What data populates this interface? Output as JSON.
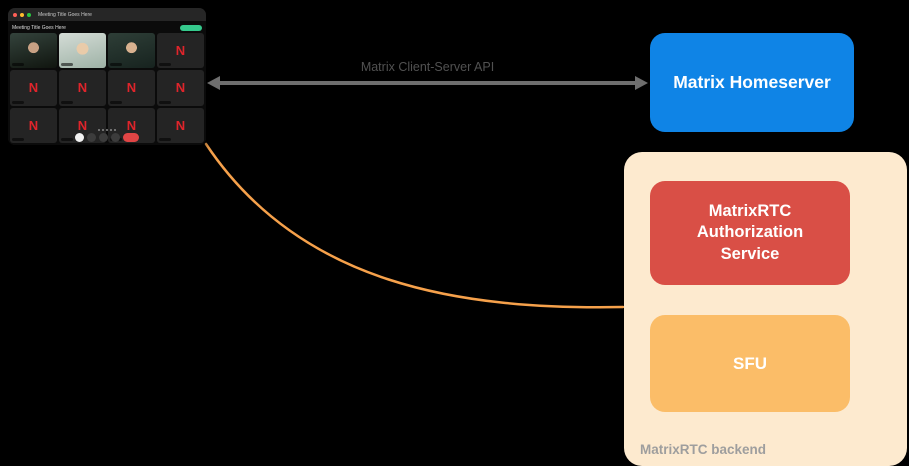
{
  "call_app": {
    "window_title": "Meeting Title Goes Here",
    "avatar_letter": "N",
    "avatar_color": "#e0242b",
    "participant_video_tiles": 3,
    "participant_avatar_tiles": 9
  },
  "arrow": {
    "label": "Matrix Client-Server API",
    "color": "#6e6e6e",
    "label_color": "#515151"
  },
  "homeserver": {
    "label": "Matrix Homeserver",
    "color": "#0f84e6",
    "text_color": "#ffffff"
  },
  "backend": {
    "label": "MatrixRTC backend",
    "container_color": "#fdeacf",
    "label_color": "#9e9e9e",
    "auth_service": {
      "label": "MatrixRTC Authorization Service",
      "color": "#d94f46",
      "text_color": "#ffffff"
    },
    "sfu": {
      "label": "SFU",
      "color": "#fbbd68",
      "text_color": "#ffffff"
    }
  },
  "curve": {
    "color": "#f6a14b"
  }
}
